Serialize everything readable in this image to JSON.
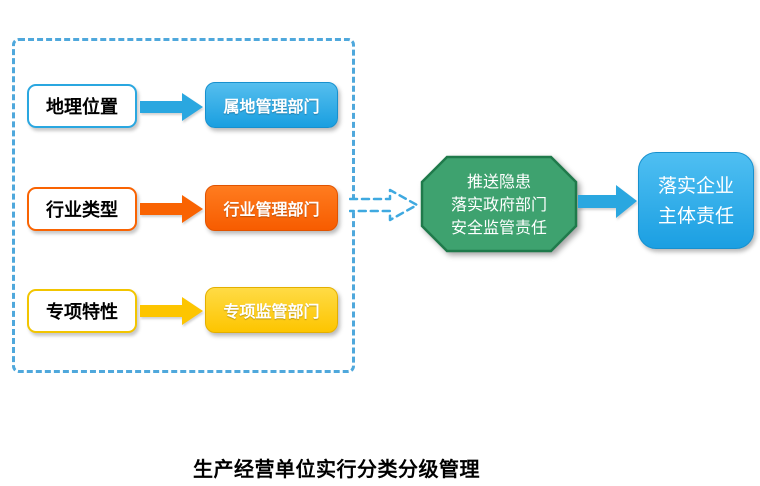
{
  "colors": {
    "panel_dash_blue": "#4FA8DC",
    "blue": "#2AA7E0",
    "orange": "#F96302",
    "yellow": "#FDC500",
    "green_fill": "#3EA26F",
    "green_border": "#1F7A4B",
    "text_light": "#FFFFFF",
    "text_dark": "#000000"
  },
  "panel": {
    "rows": [
      {
        "criterion": "地理位置",
        "department": "属地管理部门",
        "color_name": "blue"
      },
      {
        "criterion": "行业类型",
        "department": "行业管理部门",
        "color_name": "orange"
      },
      {
        "criterion": "专项特性",
        "department": "专项监管部门",
        "color_name": "yellow"
      }
    ]
  },
  "octagon": {
    "lines": [
      "推送隐患",
      "落实政府部门",
      "安全监管责任"
    ]
  },
  "result_box": {
    "lines": [
      "落实企业",
      "主体责任"
    ]
  },
  "caption": "生产经营单位实行分类分级管理"
}
